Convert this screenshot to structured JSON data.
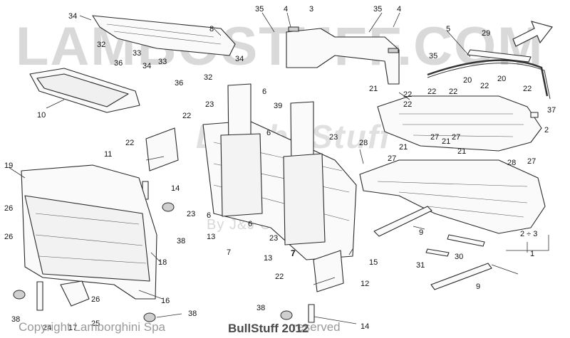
{
  "watermark": {
    "top_text": "LAMBOSTUFF.COM",
    "mid_text": "LamboStuff",
    "sub_text": "By J&J Corporation"
  },
  "footer": {
    "copyright": "Copyright Lamborghini Spa",
    "brand": "BullStuff 2012",
    "tail": "reserved"
  },
  "direction_arrow_icon": "arrow-down-left-icon",
  "callouts": [
    {
      "id": "c34a",
      "label": "34"
    },
    {
      "id": "c32a",
      "label": "32"
    },
    {
      "id": "c36a",
      "label": "36"
    },
    {
      "id": "c33a",
      "label": "33"
    },
    {
      "id": "c34b",
      "label": "34"
    },
    {
      "id": "c33b",
      "label": "33"
    },
    {
      "id": "c36b",
      "label": "36"
    },
    {
      "id": "c32b",
      "label": "32"
    },
    {
      "id": "c34c",
      "label": "34"
    },
    {
      "id": "c8",
      "label": "8"
    },
    {
      "id": "c10",
      "label": "10"
    },
    {
      "id": "c35a",
      "label": "35"
    },
    {
      "id": "c4a",
      "label": "4"
    },
    {
      "id": "c3",
      "label": "3"
    },
    {
      "id": "c35b",
      "label": "35"
    },
    {
      "id": "c4b",
      "label": "4"
    },
    {
      "id": "c5",
      "label": "5"
    },
    {
      "id": "c29",
      "label": "29"
    },
    {
      "id": "c35c",
      "label": "35"
    },
    {
      "id": "c20a",
      "label": "20"
    },
    {
      "id": "c20b",
      "label": "20"
    },
    {
      "id": "c21a",
      "label": "21"
    },
    {
      "id": "c22a",
      "label": "22"
    },
    {
      "id": "c22b",
      "label": "22"
    },
    {
      "id": "c22c",
      "label": "22"
    },
    {
      "id": "c22d",
      "label": "22"
    },
    {
      "id": "c22e",
      "label": "22"
    },
    {
      "id": "c22f",
      "label": "22"
    },
    {
      "id": "c37",
      "label": "37"
    },
    {
      "id": "c2",
      "label": "2"
    },
    {
      "id": "c27a",
      "label": "27"
    },
    {
      "id": "c21b",
      "label": "21"
    },
    {
      "id": "c27b",
      "label": "27"
    },
    {
      "id": "c21c",
      "label": "21"
    },
    {
      "id": "c21d",
      "label": "21"
    },
    {
      "id": "c28a",
      "label": "28"
    },
    {
      "id": "c27c",
      "label": "27"
    },
    {
      "id": "c28b",
      "label": "28"
    },
    {
      "id": "c27d",
      "label": "27"
    },
    {
      "id": "c6a",
      "label": "6"
    },
    {
      "id": "c39",
      "label": "39"
    },
    {
      "id": "c6b",
      "label": "6"
    },
    {
      "id": "c23a",
      "label": "23"
    },
    {
      "id": "c23b",
      "label": "23"
    },
    {
      "id": "c22g",
      "label": "22"
    },
    {
      "id": "c22h",
      "label": "22"
    },
    {
      "id": "c11",
      "label": "11"
    },
    {
      "id": "c14a",
      "label": "14"
    },
    {
      "id": "c38a",
      "label": "38"
    },
    {
      "id": "c23c",
      "label": "23"
    },
    {
      "id": "c6c",
      "label": "6"
    },
    {
      "id": "c13a",
      "label": "13"
    },
    {
      "id": "c7a",
      "label": "7"
    },
    {
      "id": "c6d",
      "label": "6"
    },
    {
      "id": "c23d",
      "label": "23"
    },
    {
      "id": "c13b",
      "label": "13"
    },
    {
      "id": "c7b",
      "label": "7"
    },
    {
      "id": "c15",
      "label": "15"
    },
    {
      "id": "c9a",
      "label": "9"
    },
    {
      "id": "c3b",
      "label": "2 ÷ 3"
    },
    {
      "id": "c1",
      "label": "1"
    },
    {
      "id": "c30",
      "label": "30"
    },
    {
      "id": "c31",
      "label": "31"
    },
    {
      "id": "c9b",
      "label": "9"
    },
    {
      "id": "c22i",
      "label": "22"
    },
    {
      "id": "c12",
      "label": "12"
    },
    {
      "id": "c19",
      "label": "19"
    },
    {
      "id": "c26a",
      "label": "26"
    },
    {
      "id": "c26b",
      "label": "26"
    },
    {
      "id": "c18",
      "label": "18"
    },
    {
      "id": "c26c",
      "label": "26"
    },
    {
      "id": "c16",
      "label": "16"
    },
    {
      "id": "c38b",
      "label": "38"
    },
    {
      "id": "c24",
      "label": "24"
    },
    {
      "id": "c17",
      "label": "17"
    },
    {
      "id": "c25",
      "label": "25"
    },
    {
      "id": "c38c",
      "label": "38"
    },
    {
      "id": "c38d",
      "label": "38"
    },
    {
      "id": "c14b",
      "label": "14"
    }
  ]
}
